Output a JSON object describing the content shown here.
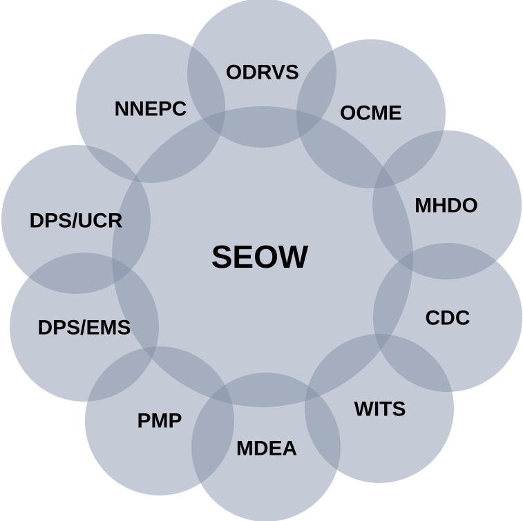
{
  "diagram": {
    "center": {
      "label": "SEOW",
      "color": "#7e8ca3"
    },
    "nodes": [
      {
        "label": "ODRVS"
      },
      {
        "label": "OCME"
      },
      {
        "label": "MHDO"
      },
      {
        "label": "CDC"
      },
      {
        "label": "WITS"
      },
      {
        "label": "MDEA"
      },
      {
        "label": "PMP"
      },
      {
        "label": "DPS/EMS"
      },
      {
        "label": "DPS/UCR"
      },
      {
        "label": "NNEPC"
      }
    ]
  }
}
